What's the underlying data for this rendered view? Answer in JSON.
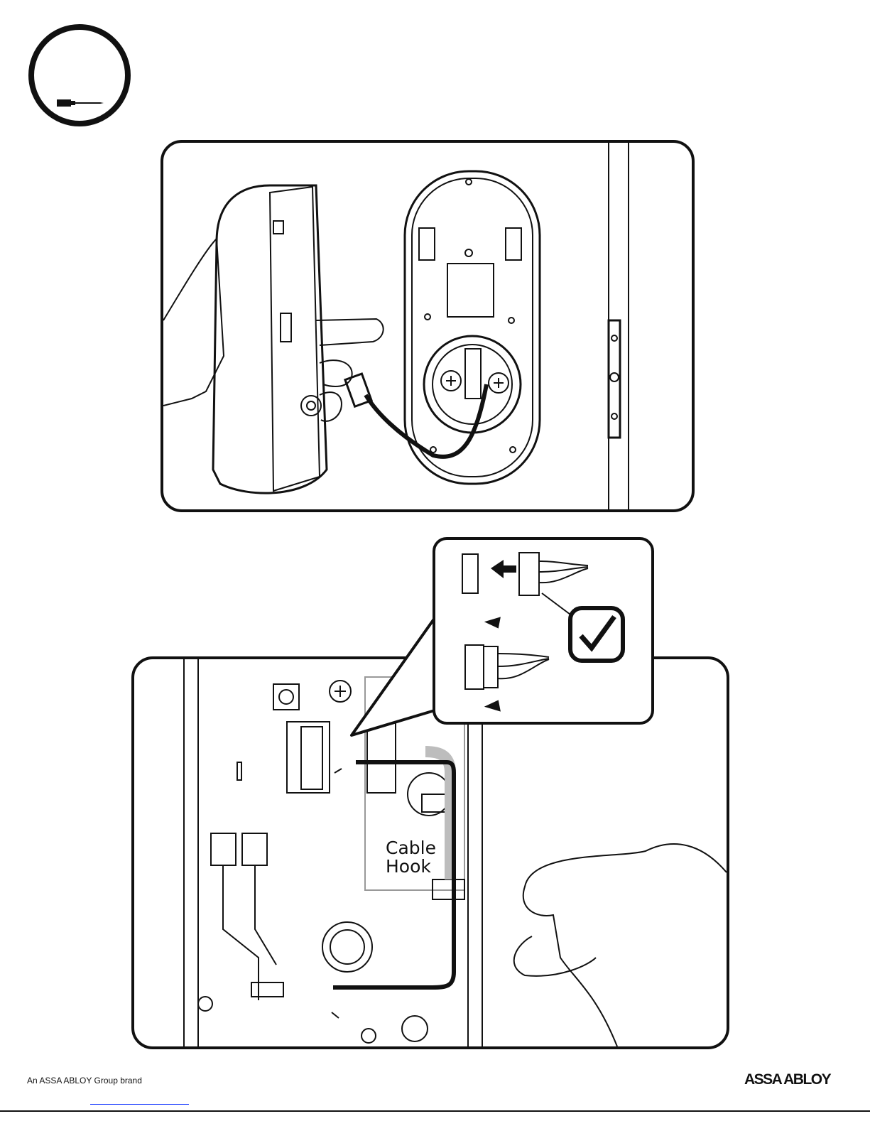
{
  "step_badge": {
    "icon": "screwdriver-icon"
  },
  "figure_top": {
    "description_icons": [
      "lock-interior-assembly",
      "mounting-plate",
      "cable-connector",
      "door-edge"
    ]
  },
  "figure_bottom": {
    "label": "Cable Hook",
    "label_line1": "Cable",
    "label_line2": "Hook",
    "inset_icons": [
      "connector-insert-arrow",
      "checkmark-icon",
      "squeeze-arrows"
    ]
  },
  "footer": {
    "brand_text": "An ASSA ABLOY Group brand",
    "logo_text": "ASSA ABLOY"
  },
  "colors": {
    "ink": "#111111",
    "highlight": "#bdbdbd",
    "link": "#1a3cff"
  }
}
